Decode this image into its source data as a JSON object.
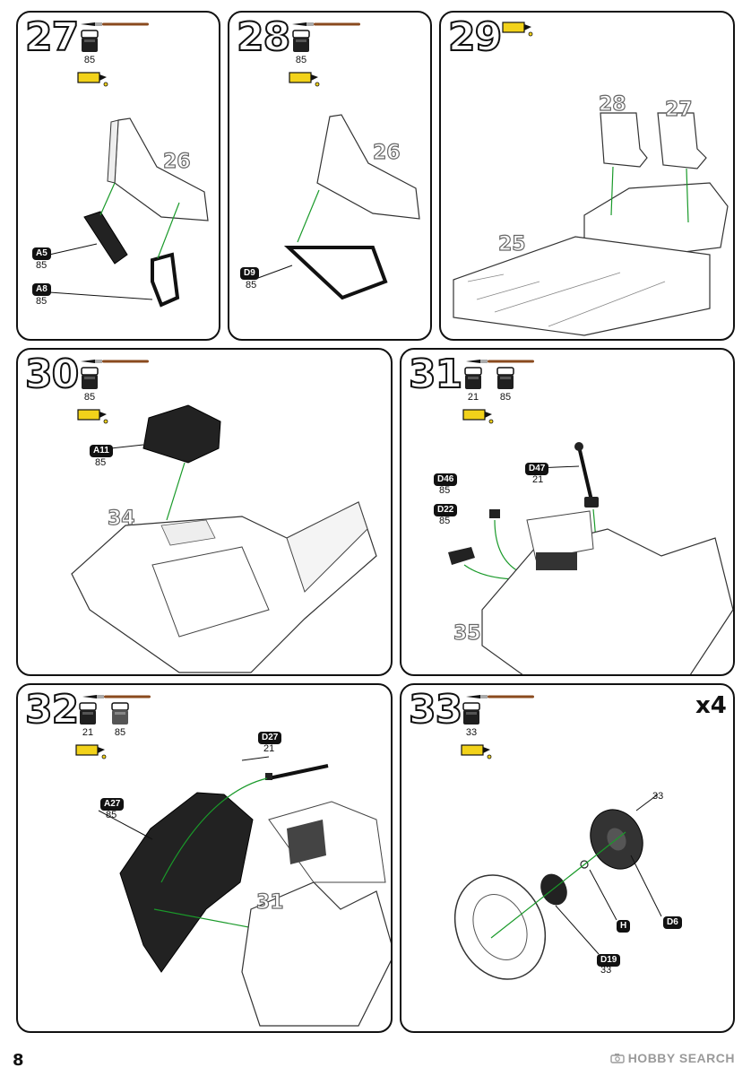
{
  "page": {
    "number": "8",
    "watermark": "HOBBY SEARCH"
  },
  "colors": {
    "glue": "#f2d21a",
    "arrow": "#1a9a2a",
    "paint_dark": "#1f1f1f",
    "paint_grey": "#555555",
    "brush_handle": "#8a4a1e"
  },
  "icons": {
    "brush": "paintbrush-icon",
    "paint_pot": "paint-pot-icon",
    "glue": "glue-tube-icon",
    "watermark": "camera-icon"
  },
  "steps": [
    {
      "number": "27",
      "paints": [
        "85"
      ],
      "glue": true,
      "parts": [
        {
          "tag": "A5",
          "code": "85"
        },
        {
          "tag": "A8",
          "code": "85"
        }
      ],
      "refs": [
        "26"
      ]
    },
    {
      "number": "28",
      "paints": [
        "85"
      ],
      "glue": true,
      "parts": [
        {
          "tag": "D9",
          "code": "85"
        }
      ],
      "refs": [
        "26"
      ]
    },
    {
      "number": "29",
      "paints": [],
      "glue": true,
      "parts": [],
      "refs": [
        "28",
        "27",
        "25"
      ]
    },
    {
      "number": "30",
      "paints": [
        "85"
      ],
      "glue": true,
      "parts": [
        {
          "tag": "A11",
          "code": "85"
        }
      ],
      "refs": [
        "34"
      ]
    },
    {
      "number": "31",
      "paints": [
        "21",
        "85"
      ],
      "glue": true,
      "parts": [
        {
          "tag": "D47",
          "code": "21"
        },
        {
          "tag": "D46",
          "code": "85"
        },
        {
          "tag": "D22",
          "code": "85"
        }
      ],
      "refs": [
        "35"
      ]
    },
    {
      "number": "32",
      "paints": [
        "21",
        "85"
      ],
      "glue": true,
      "parts": [
        {
          "tag": "D27",
          "code": "21"
        },
        {
          "tag": "A27",
          "code": "85"
        }
      ],
      "refs": [
        "31"
      ]
    },
    {
      "number": "33",
      "paints": [
        "33"
      ],
      "glue": true,
      "multiplier": "x4",
      "parts": [
        {
          "tag": "H",
          "code": ""
        },
        {
          "tag": "D6",
          "code": ""
        },
        {
          "tag": "D19",
          "code": "33"
        }
      ],
      "top_code": "33",
      "refs": []
    }
  ]
}
